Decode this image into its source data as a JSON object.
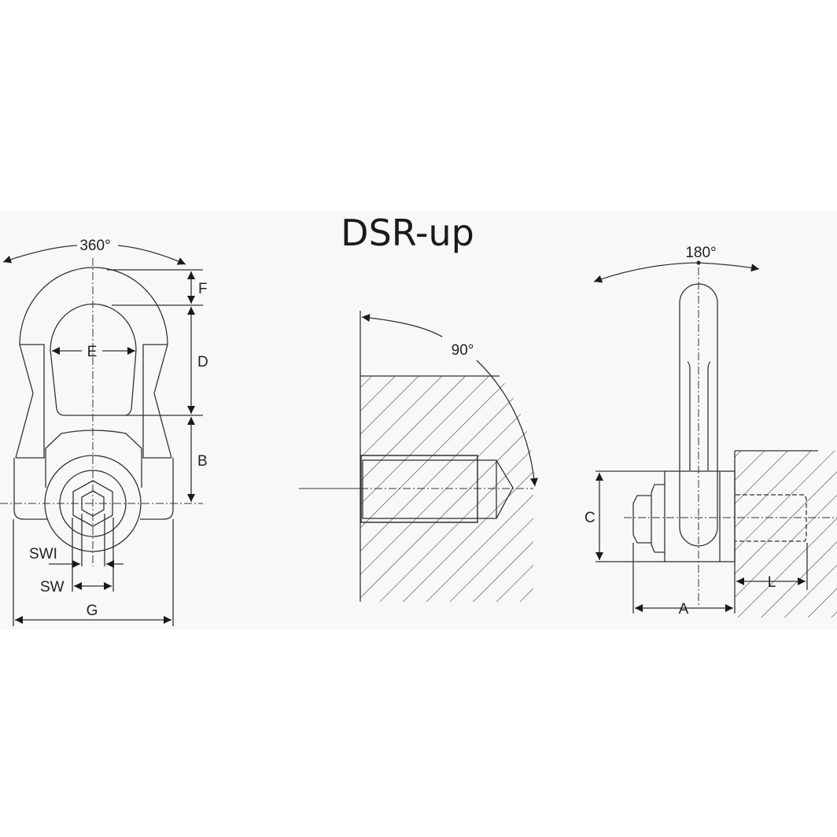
{
  "title": "DSR-up",
  "views": {
    "front": {
      "rotation_label": "360°",
      "dimensions": {
        "F": "F",
        "D": "D",
        "E": "E",
        "B": "B",
        "SWI": "SWI",
        "SW": "SW",
        "G": "G"
      }
    },
    "tilt": {
      "rotation_label": "90°"
    },
    "side": {
      "rotation_label": "180°",
      "dimensions": {
        "C": "C",
        "A": "A",
        "L": "L"
      }
    }
  },
  "colors": {
    "line": "#333333",
    "arrow": "#1a1a1a",
    "background": "#ffffff",
    "band": "#f8f8f8"
  }
}
